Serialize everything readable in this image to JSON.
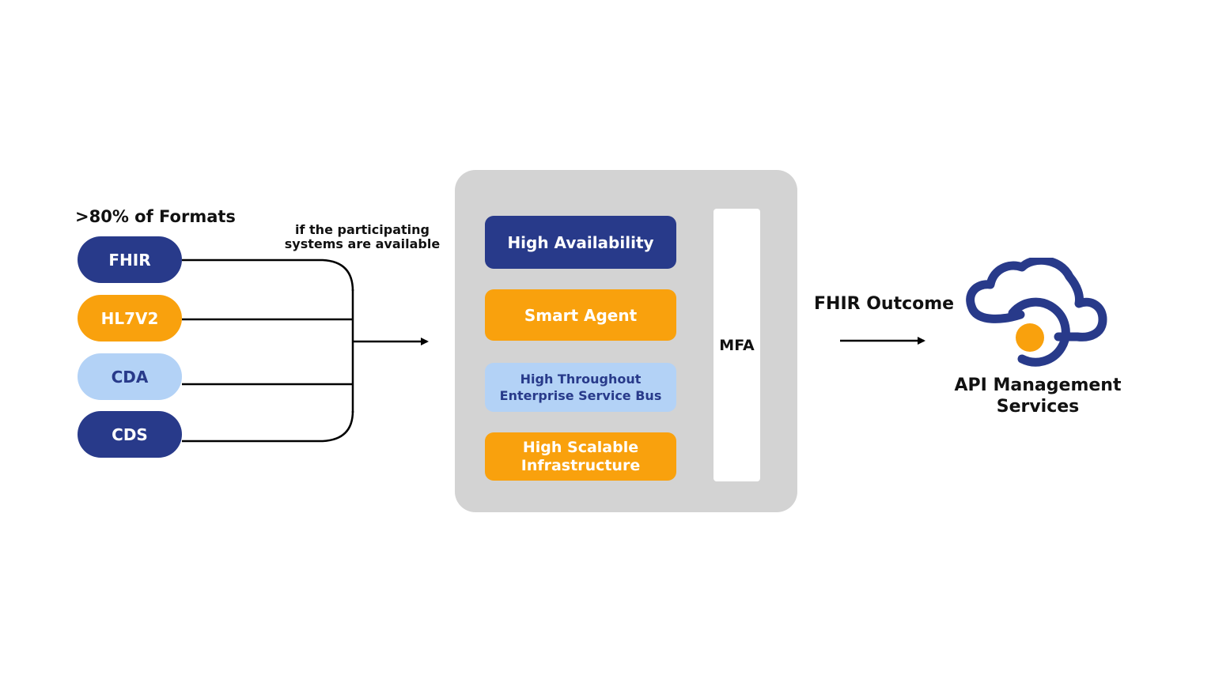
{
  "formats": {
    "title": ">80% of Formats",
    "items": [
      {
        "label": "FHIR",
        "style": "dark"
      },
      {
        "label": "HL7V2",
        "style": "orange"
      },
      {
        "label": "CDA",
        "style": "light"
      },
      {
        "label": "CDS",
        "style": "dark"
      }
    ]
  },
  "condition_note": "if the participating systems are available",
  "platform": {
    "features": [
      {
        "label": "High Availability",
        "style": "dark"
      },
      {
        "label": "Smart Agent",
        "style": "orange"
      },
      {
        "label": "High Throughout Enterprise Service Bus",
        "style": "light"
      },
      {
        "label": "High Scalable Infrastructure",
        "style": "orange"
      }
    ],
    "side_bar_label": "MFA"
  },
  "outcome_label": "FHIR Outcome",
  "destination": {
    "label": "API Management Services",
    "icon": "cloud-api-icon"
  },
  "colors": {
    "navy": "#283a8a",
    "orange": "#f9a10d",
    "light_blue": "#b3d2f6",
    "panel_gray": "#d3d3d3"
  }
}
